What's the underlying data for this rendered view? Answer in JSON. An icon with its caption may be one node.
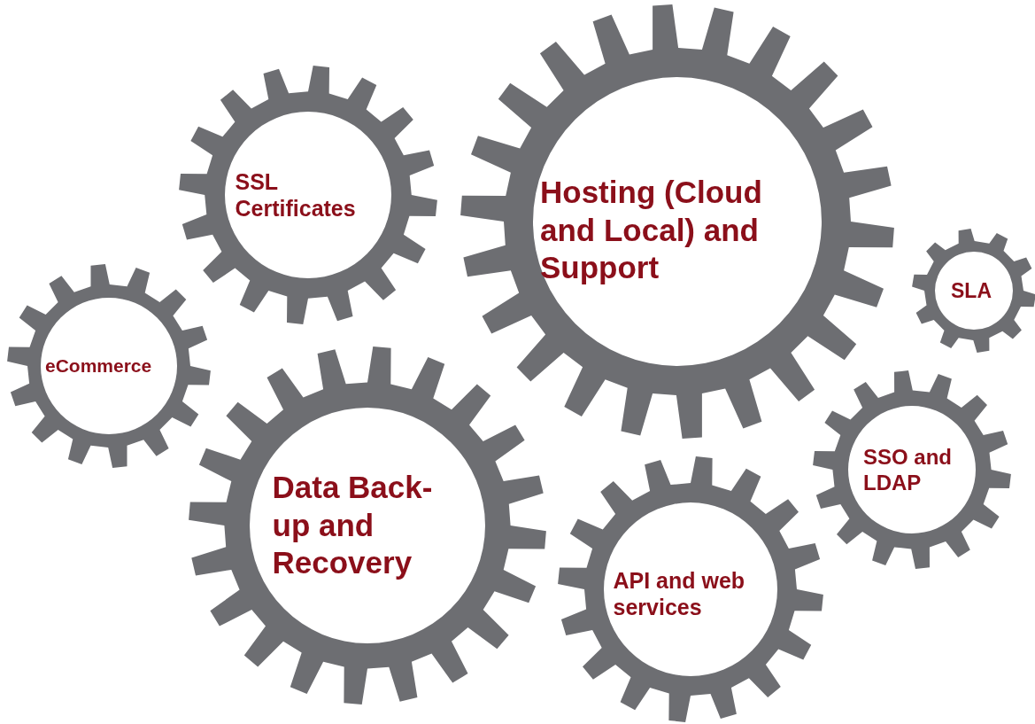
{
  "diagram": {
    "nodes": [
      {
        "text": [
          "SSL Certificates"
        ]
      },
      {
        "text": [
          "Hosting (Cloud and Local) and Support"
        ]
      },
      {
        "text": [
          "eCommerce"
        ]
      },
      {
        "text": [
          "SLA"
        ]
      },
      {
        "text": [
          "Data Back-up and Recovery"
        ]
      },
      {
        "text": [
          "SSO and LDAP"
        ]
      },
      {
        "text": [
          "API and web services"
        ]
      }
    ]
  }
}
